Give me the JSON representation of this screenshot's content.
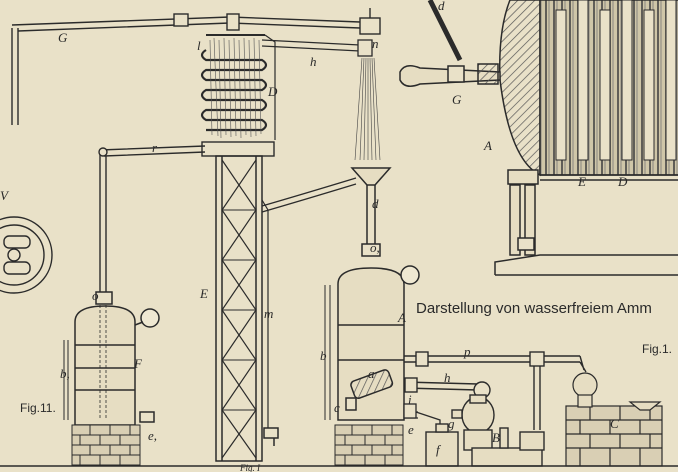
{
  "caption": "Darstellung von wasserfreiem Amm",
  "fig_left": "Fig.11.",
  "fig_right": "Fig.1.",
  "bottom_stamp": "Fig. I",
  "labels": {
    "G_top": "G",
    "l": "l",
    "n": "n",
    "h_top": "h",
    "D_coil": "D",
    "r": "r",
    "V": "V",
    "d_top": "d",
    "G_right": "G",
    "A_right": "A",
    "E_right": "E",
    "D_right": "D",
    "d_mid": "d",
    "o_mid": "o,",
    "A_mid": "A",
    "b_mid": "b",
    "a_mid": "a",
    "i_mid": "i",
    "c_mid": "c",
    "e_mid": "e",
    "p": "p",
    "h_mid": "h",
    "g": "g",
    "B": "B",
    "f": "f",
    "C": "C",
    "E_tower": "E",
    "m": "m",
    "o_left": "o",
    "b_left": "b,",
    "F": "F",
    "e_left": "e,"
  },
  "colors": {
    "paper": "#e9e1c8",
    "ink": "#2b2b2b",
    "brick": "#d9cfb4"
  }
}
